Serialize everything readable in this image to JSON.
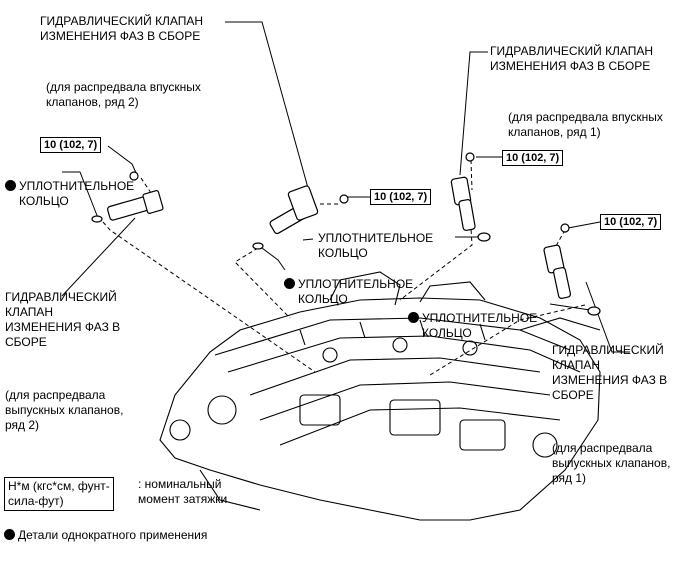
{
  "labels": {
    "ocv_intake_b2_title": "ГИДРАВЛИЧЕСКИЙ КЛАПАН\nИЗМЕНЕНИЯ ФАЗ В СБОРЕ",
    "ocv_intake_b2_note": "(для распредвала впускных\nклапанов, ряд 2)",
    "ocv_intake_b1_title": "ГИДРАВЛИЧЕСКИЙ КЛАПАН\nИЗМЕНЕНИЯ ФАЗ В СБОРЕ",
    "ocv_intake_b1_note": "(для распредвала впускных\nклапанов, ряд 1)",
    "ocv_exhaust_b2_title": "ГИДРАВЛИЧЕСКИЙ\nКЛАПАН\nИЗМЕНЕНИЯ ФАЗ В\nСБОРЕ",
    "ocv_exhaust_b2_note": "(для распредвала\nвыпускных клапанов,\nряд 2)",
    "ocv_exhaust_b1_title": "ГИДРАВЛИЧЕСКИЙ\nКЛАПАН\nИЗМЕНЕНИЯ ФАЗ В\nСБОРЕ",
    "ocv_exhaust_b1_note": "(для распредвала\nвыпускных клапанов,\nряд 1)",
    "oring_left": "УПЛОТНИТЕЛЬНОЕ\nКОЛЬЦО",
    "oring_center_upper": "УПЛОТНИТЕЛЬНОЕ\nКОЛЬЦО",
    "oring_center_lower": "УПЛОТНИТЕЛЬНОЕ\nКОЛЬЦО",
    "oring_right": "УПЛОТНИТЕЛЬНОЕ\nКОЛЬЦО"
  },
  "torques": {
    "left": "10 (102, 7)",
    "center": "10 (102, 7)",
    "right_upper": "10 (102, 7)",
    "right_lower": "10 (102, 7)"
  },
  "legend": {
    "unit_box": "Н*м (кгс*см, фунт-\nсила-фут)",
    "unit_desc": ": номинальный\nмомент затяжки",
    "single_use": "Детали однократного применения"
  }
}
